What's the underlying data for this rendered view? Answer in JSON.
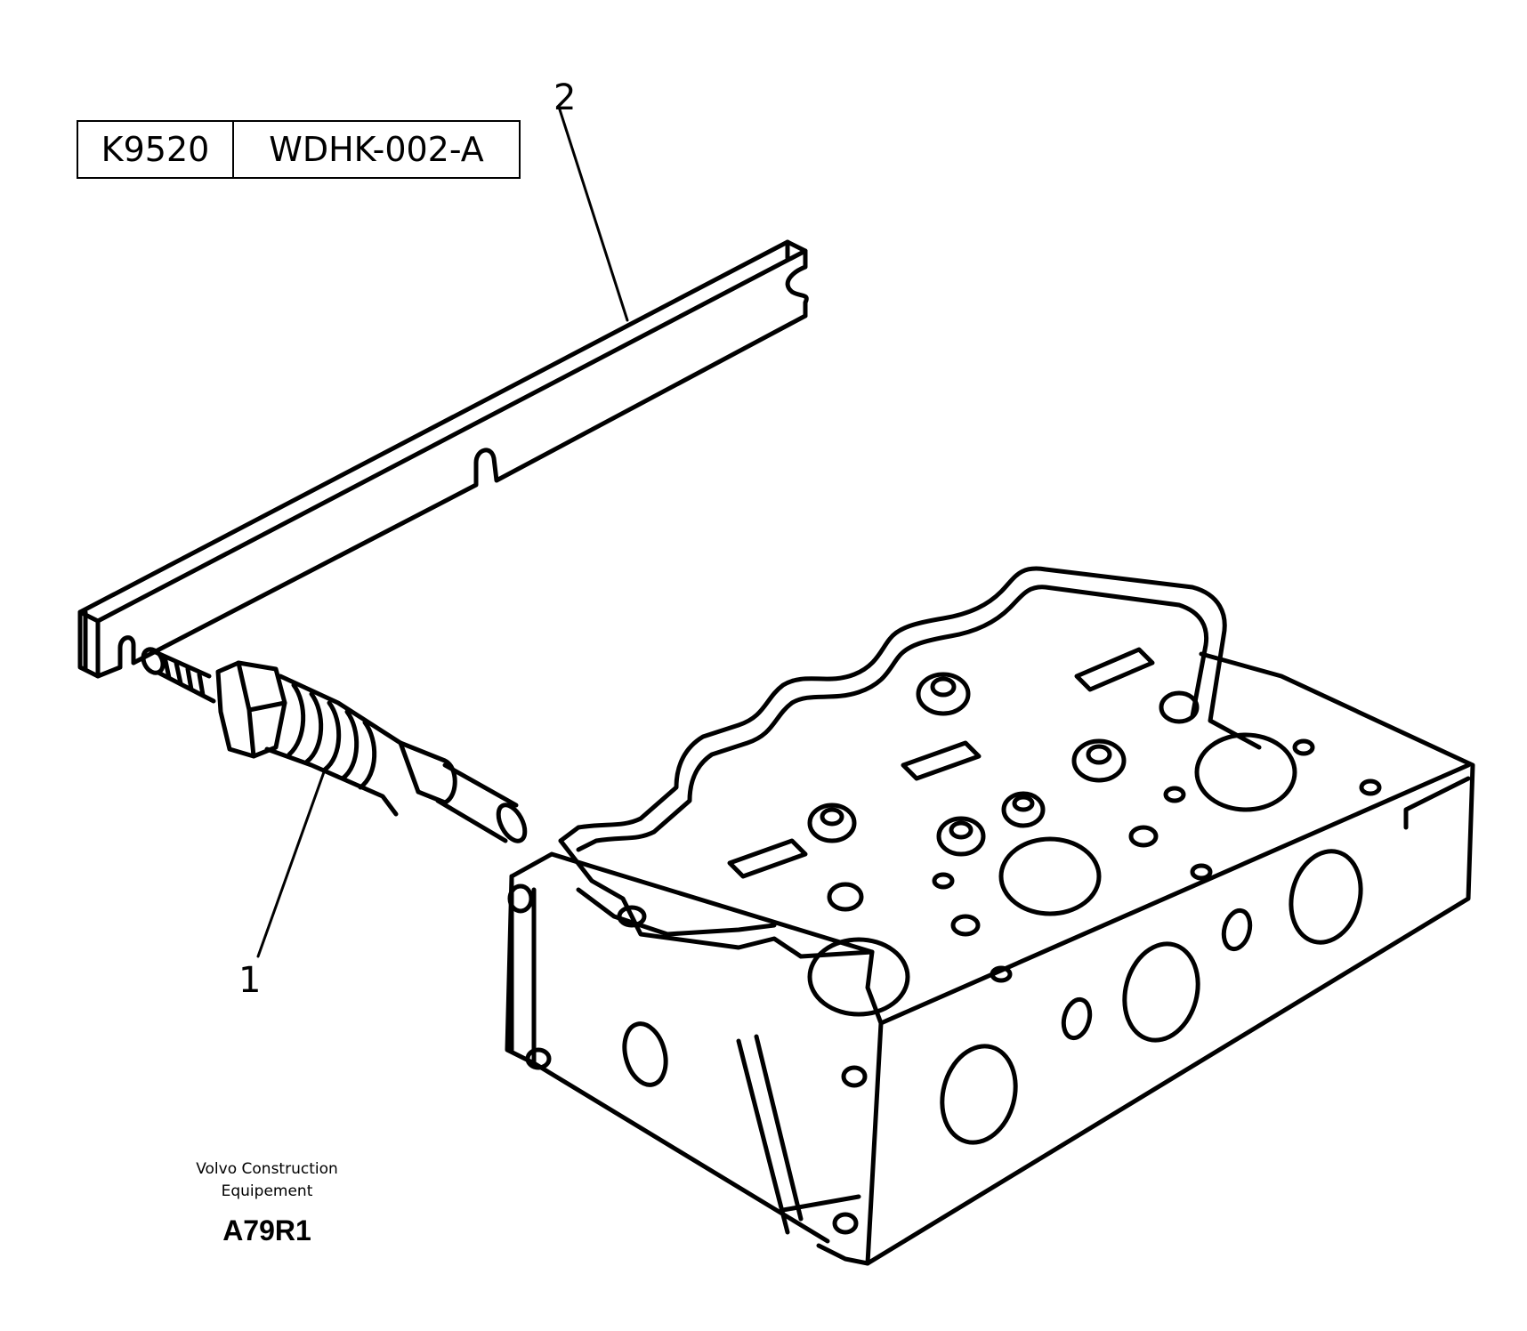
{
  "header": {
    "part_code": "K9520",
    "group_code": "WDHK-002-A"
  },
  "callouts": [
    {
      "label": "1",
      "part": "glow plug"
    },
    {
      "label": "2",
      "part": "connection bar"
    }
  ],
  "footer": {
    "brand_line1": "Volvo Construction",
    "brand_line2": "Equipement",
    "drawing_code": "A79R1"
  }
}
